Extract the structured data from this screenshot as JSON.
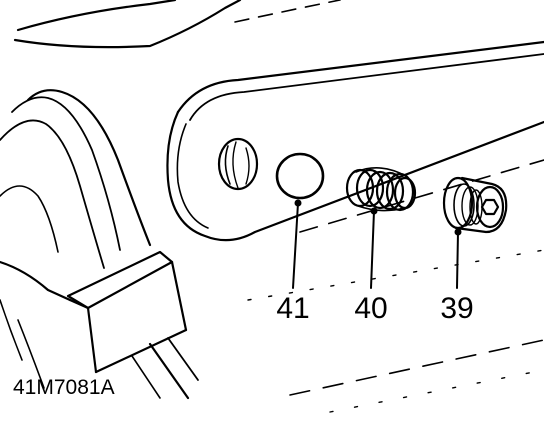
{
  "diagram": {
    "reference_code": "41M7081A",
    "parts": [
      {
        "number": "41"
      },
      {
        "number": "40"
      },
      {
        "number": "39"
      }
    ]
  }
}
